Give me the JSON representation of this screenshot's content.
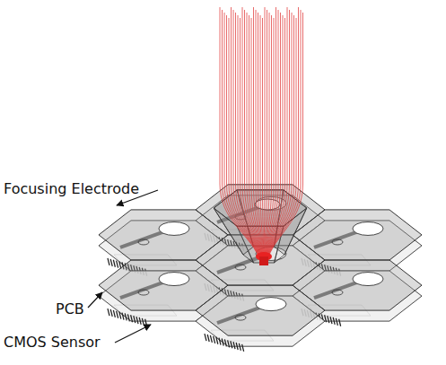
{
  "diagram": {
    "labels": [
      "Focusing Electrode",
      "PCB",
      "CMOS Sensor"
    ]
  }
}
